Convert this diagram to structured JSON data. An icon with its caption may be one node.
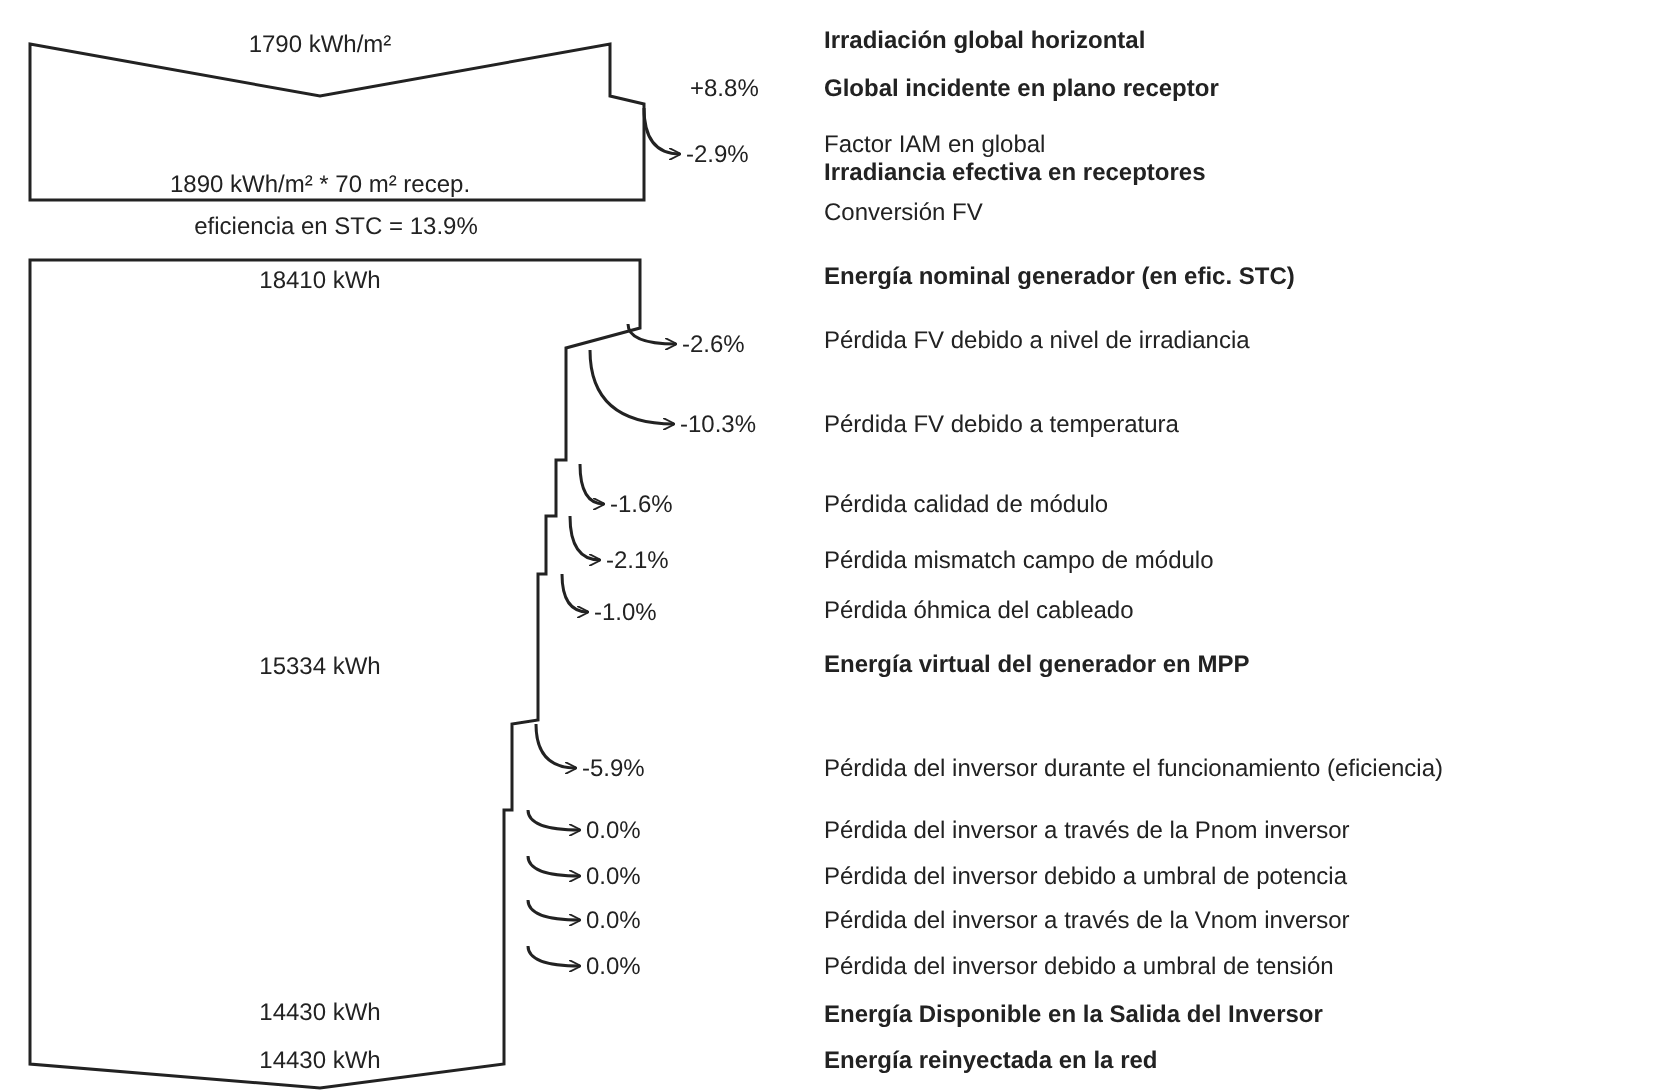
{
  "diagram": {
    "nodes": [
      {
        "text": [
          "1790 kWh/m²",
          "1890 kWh/m² * 70 m² recep."
        ]
      },
      {
        "text": [
          "18410 kWh",
          "15334 kWh",
          "14430 kWh",
          "14430 kWh"
        ]
      }
    ],
    "edges": [
      {
        "from": 0,
        "to": null,
        "arrow": "to",
        "label": "-2.9%"
      },
      {
        "from": 1,
        "to": null,
        "arrow": "to",
        "label": "-2.6%"
      },
      {
        "from": 1,
        "to": null,
        "arrow": "to",
        "label": "-10.3%"
      },
      {
        "from": 1,
        "to": null,
        "arrow": "to",
        "label": "-1.6%"
      },
      {
        "from": 1,
        "to": null,
        "arrow": "to",
        "label": "-2.1%"
      },
      {
        "from": 1,
        "to": null,
        "arrow": "to",
        "label": "-1.0%"
      },
      {
        "from": 1,
        "to": null,
        "arrow": "to",
        "label": "-5.9%"
      },
      {
        "from": 1,
        "to": null,
        "arrow": "to",
        "label": "0.0%"
      },
      {
        "from": 1,
        "to": null,
        "arrow": "to",
        "label": "0.0%"
      },
      {
        "from": 1,
        "to": null,
        "arrow": "to",
        "label": "0.0%"
      },
      {
        "from": 1,
        "to": null,
        "arrow": "to",
        "label": "0.0%"
      }
    ],
    "labels": [
      "Irradiación global horizontal",
      "+8.8%",
      "Global incidente en plano receptor",
      "Factor IAM en global",
      "Irradiancia efectiva en receptores",
      "eficiencia en STC = 13.9%",
      "Conversión FV",
      "Energía nominal generador (en efic. STC)",
      "Pérdida FV debido a nivel de irradiancia",
      "Pérdida FV debido a temperatura",
      "Pérdida calidad de módulo",
      "Pérdida mismatch campo de módulo",
      "Pérdida óhmica del cableado",
      "Energía virtual del generador en MPP",
      "Pérdida del inversor durante el funcionamiento (eficiencia)",
      "Pérdida del inversor a través de la Pnom inversor",
      "Pérdida del inversor debido a umbral de potencia",
      "Pérdida del inversor a través de la Vnom inversor",
      "Pérdida del inversor debido a umbral de tensión",
      "Energía Disponible en la Salida del Inversor",
      "Energía reinyectada en la red"
    ]
  }
}
